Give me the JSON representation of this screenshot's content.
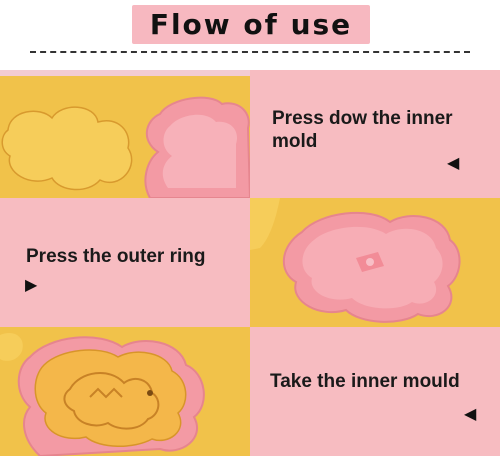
{
  "header": {
    "title": "Flow of use"
  },
  "steps": [
    {
      "label": "Press dow the inner mold",
      "arrow": "◀"
    },
    {
      "label": "Press the outer ring",
      "arrow": "▶"
    },
    {
      "label": "Take the inner mould",
      "arrow": "◀"
    }
  ],
  "colors": {
    "pink": "#f7bcc1",
    "dough": "#f2c447",
    "mold": "#f29aa3"
  }
}
